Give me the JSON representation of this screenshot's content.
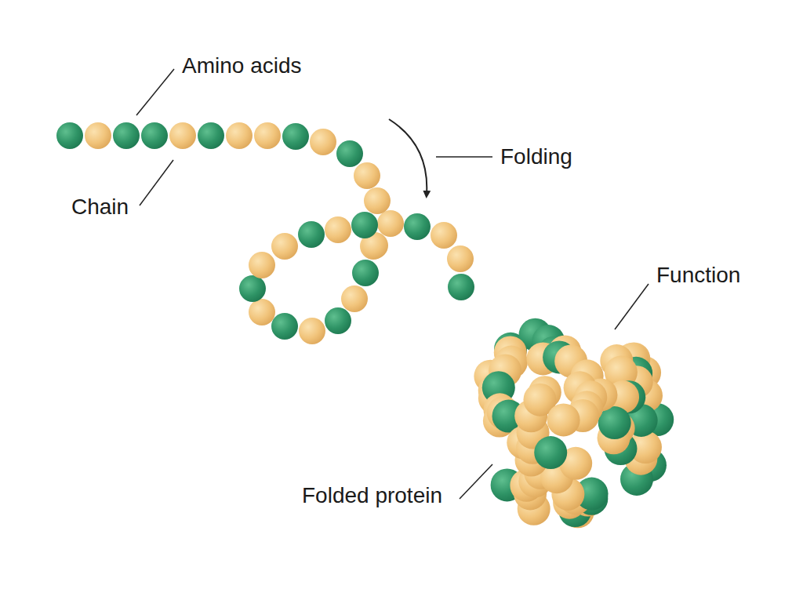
{
  "diagram": {
    "labels": [
      "Amino acids",
      "Chain",
      "Folding",
      "Function",
      "Folded protein"
    ]
  }
}
